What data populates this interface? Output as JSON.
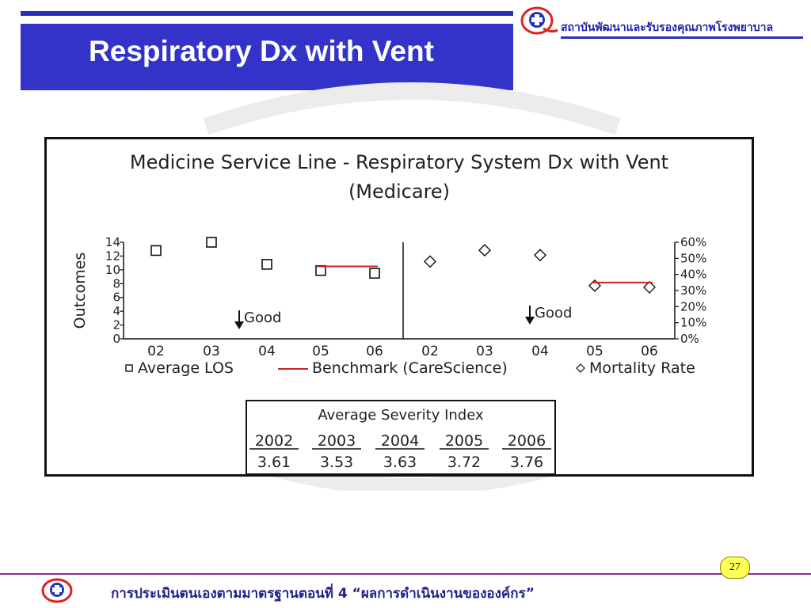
{
  "slide": {
    "title": "Respiratory Dx with Vent",
    "org_name": "สถาบันพัฒนาและรับรองคุณภาพโรงพยาบาล",
    "footer_text": "การประเมินตนเองตามมาตรฐานตอนที่ 4 “ผลการดำเนินงานขององค์กร”",
    "page_number": "27"
  },
  "colors": {
    "title_bg": "#3433c9",
    "benchmark": "#cc2222",
    "accent_purple": "#8c2a8c"
  },
  "chart_data": {
    "type": "scatter",
    "title": "Medicine Service Line - Respiratory System Dx with Vent",
    "subtitle": "(Medicare)",
    "panels": [
      {
        "ylabel": "Outcomes",
        "yticks": [
          "0",
          "2",
          "4",
          "6",
          "8",
          "10",
          "12",
          "14"
        ],
        "ylim": [
          0,
          14
        ],
        "x": [
          "02",
          "03",
          "04",
          "05",
          "06"
        ],
        "series": [
          {
            "name": "Average LOS",
            "marker": "square",
            "values": [
              12.8,
              14.0,
              10.8,
              9.9,
              9.5
            ]
          },
          {
            "name": "Benchmark (CareScience)",
            "marker": "line",
            "values": [
              null,
              null,
              null,
              10.5,
              10.5
            ]
          }
        ],
        "annotation": "Good"
      },
      {
        "yticks": [
          "0%",
          "10%",
          "20%",
          "30%",
          "40%",
          "50%",
          "60%"
        ],
        "ylim": [
          0,
          60
        ],
        "x": [
          "02",
          "03",
          "04",
          "05",
          "06"
        ],
        "series": [
          {
            "name": "Mortality Rate",
            "marker": "diamond",
            "values": [
              48,
              55,
              52,
              33,
              32
            ]
          },
          {
            "name": "Benchmark (CareScience)",
            "marker": "line",
            "values": [
              null,
              null,
              null,
              35,
              35
            ]
          }
        ],
        "annotation": "Good"
      }
    ],
    "legend": [
      "Average LOS",
      "Benchmark (CareScience)",
      "Mortality Rate"
    ],
    "severity_table": {
      "title": "Average Severity Index",
      "years": [
        "2002",
        "2003",
        "2004",
        "2005",
        "2006"
      ],
      "values": [
        "3.61",
        "3.53",
        "3.63",
        "3.72",
        "3.76"
      ]
    }
  }
}
